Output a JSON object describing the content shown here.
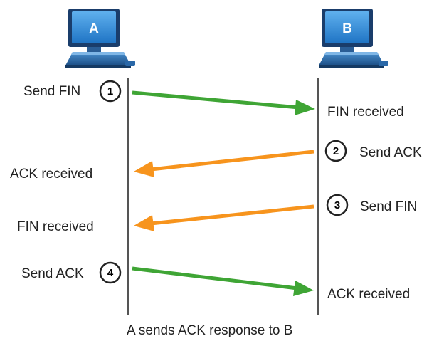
{
  "hosts": {
    "a": {
      "label": "A"
    },
    "b": {
      "label": "B"
    }
  },
  "colors": {
    "arrow_a_to_b": "#3fa535",
    "arrow_b_to_a": "#f7941d",
    "timeline": "#555555",
    "monitor_face": "#2b8ad8",
    "monitor_frame": "#1a3d6b"
  },
  "steps": [
    {
      "number": "1",
      "sender_label": "Send FIN",
      "receiver_label": "FIN received"
    },
    {
      "number": "2",
      "sender_label": "Send ACK",
      "receiver_label": "ACK received"
    },
    {
      "number": "3",
      "sender_label": "Send FIN",
      "receiver_label": "FIN received"
    },
    {
      "number": "4",
      "sender_label": "Send ACK",
      "receiver_label": "ACK received"
    }
  ],
  "caption": "A sends ACK response to B"
}
